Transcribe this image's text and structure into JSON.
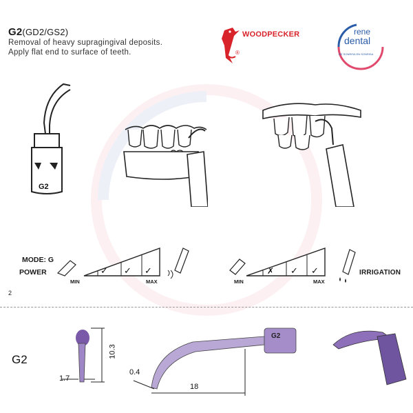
{
  "header": {
    "code": "G2",
    "variants": "(GD2/GS2)",
    "line1": "Removal of heavy supragingival deposits.",
    "line2": "Apply flat end to surface of teeth."
  },
  "brands": {
    "woodpecker": "WOODPECKER",
    "rene_top": "rene",
    "rene_bottom": "dental",
    "rene_ring": "DE SONRISA EN SONRISA",
    "registered": "®"
  },
  "tip_drawing_label": "G2",
  "power": {
    "mode_label": "MODE: G",
    "power_label": "POWER",
    "min": "MIN",
    "max": "MAX",
    "irrigation": "IRRIGATION",
    "left_checks": [
      "✓",
      "✓",
      "✓"
    ],
    "right_checks": [
      "✗",
      "✓",
      "✓"
    ]
  },
  "page_number": "2",
  "detail": {
    "tip_name": "G2",
    "dim_height": "10.3",
    "dim_width": "1.7",
    "dim_end": "0.4",
    "dim_length": "18",
    "engraving": "G2"
  },
  "colors": {
    "woodpecker_red": "#d8232a",
    "rene_pink": "#e04b6d",
    "rene_blue": "#2b5ca8",
    "metal_purple": "#7a5aa8"
  }
}
